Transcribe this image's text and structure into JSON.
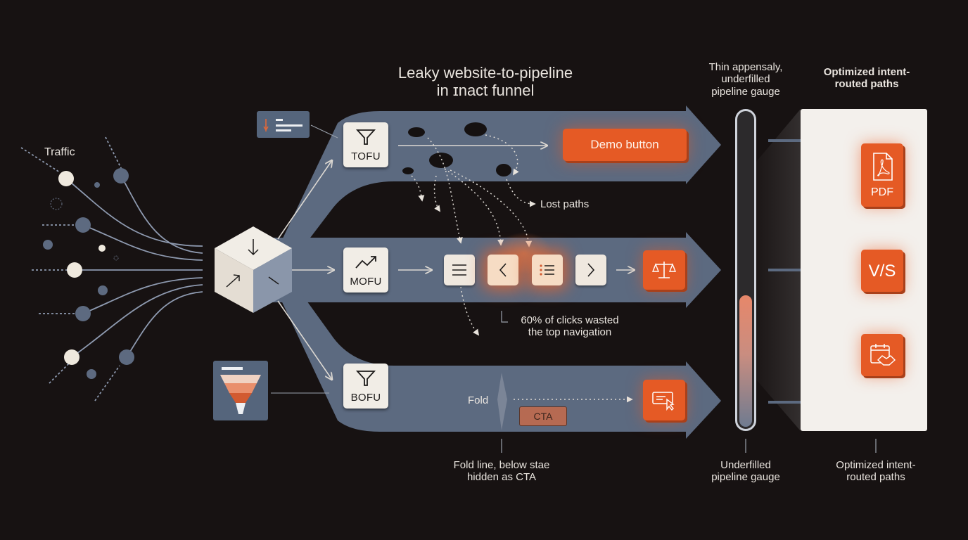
{
  "title": {
    "line1": "Leaky website-to-pipeline",
    "line2": "in ɪnact funnel"
  },
  "traffic_label": "Traffic",
  "stages": {
    "tofu": "TOFU",
    "mofu": "MOFU",
    "bofu": "BOFU"
  },
  "demo_button": "Demo button",
  "lost_paths": "Lost paths",
  "nav_waste": {
    "line1": "60% of clicks wasted",
    "line2": "the top navigation"
  },
  "fold_label": "Fold",
  "cta_label": "CTA",
  "fold_caption": {
    "line1": "Fold line, below stae",
    "line2": "hidden as CTA"
  },
  "gauge_top": {
    "line1": "Thin appensaly,",
    "line2": "underfilled",
    "line3": "pipeline gauge"
  },
  "gauge_bottom": {
    "line1": "Underfilled",
    "line2": "pipeline gauge"
  },
  "gauge_fill_fraction": 0.42,
  "optimized_top": {
    "line1": "Optimized intent-",
    "line2": "routed paths"
  },
  "optimized_bottom": {
    "line1": "Optimized intent-",
    "line2": "routed paths"
  },
  "icons": {
    "pdf": {
      "name": "pdf-document-icon",
      "label": "PDF"
    },
    "vs": {
      "name": "versus-icon",
      "label": "V/S"
    },
    "meeting": {
      "name": "calendar-handshake-icon"
    },
    "compare": {
      "name": "scales-icon"
    },
    "click": {
      "name": "cursor-click-icon"
    }
  },
  "colors": {
    "background": "#171212",
    "track": "#5c6a80",
    "accent": "#e55a25",
    "card": "#f1ede6",
    "panel": "#f3f0ec"
  }
}
